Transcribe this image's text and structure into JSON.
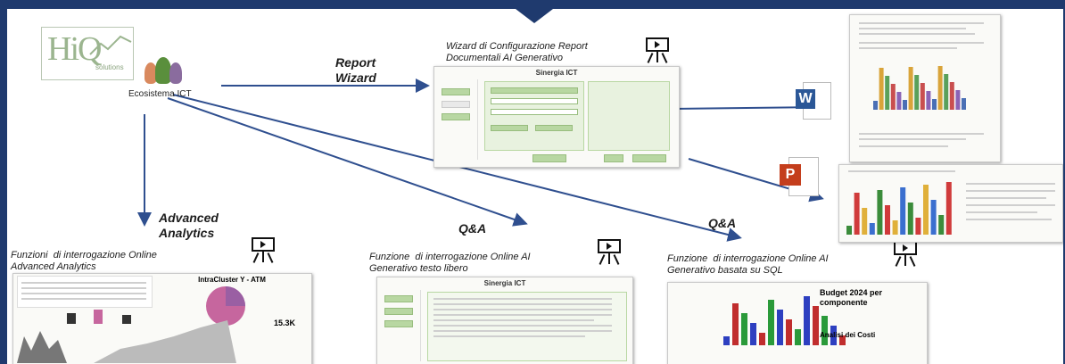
{
  "logo": {
    "text": "HiQ",
    "sub": "solutions"
  },
  "hub": {
    "label": "Ecosistema ICT"
  },
  "arrows": {
    "report_wizard": "Report\nWizard",
    "advanced_analytics": "Advanced\nAnalytics",
    "qa_left": "Q&A",
    "qa_right": "Q&A"
  },
  "captions": {
    "wizard": "Wizard di Configurazione Report\nDocumentali AI Generativo",
    "analytics": "Funzioni  di interrogazione Online\nAdvanced Analytics",
    "free_text": "Funzione  di interrogazione Online AI\nGenerativo testo libero",
    "sql": "Funzione  di interrogazione Online AI\nGenerativo basata su SQL"
  },
  "screens": {
    "wizard_title": "Sinergia ICT",
    "free_text_title": "Sinergia ICT",
    "analytics_title": "IntraCluster Y - ATM",
    "analytics_kpi": "15.3K",
    "sql_heading": "Budget 2024 per componente",
    "sql_sub": "Analisi dei Costi"
  },
  "icons": {
    "word": "W",
    "powerpoint": "P"
  },
  "colors": {
    "frame": "#1f3a6e",
    "arrow": "#2f4f8f"
  }
}
